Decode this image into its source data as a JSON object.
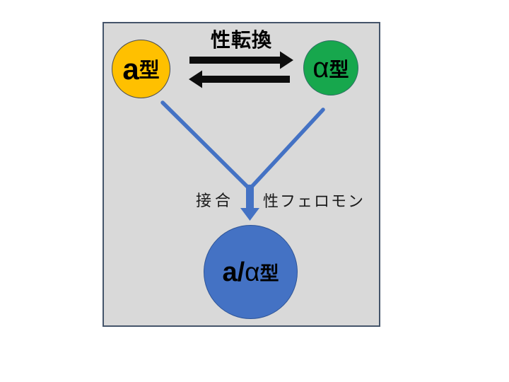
{
  "diagram": {
    "title": "性転換",
    "panel": {
      "background_color": "#d9d9d9",
      "border_color": "#44546a"
    },
    "nodes": {
      "a_type": {
        "label_main": "a",
        "label_suffix": "型",
        "fill_color": "#ffc000"
      },
      "alpha_type": {
        "label_alpha": "α",
        "label_suffix": "型",
        "fill_color": "#17a74d"
      },
      "a_alpha_type": {
        "label_main": "a/",
        "label_alpha": "α",
        "label_suffix": "型",
        "fill_color": "#4472c4"
      }
    },
    "edges": {
      "mating_label": "接合",
      "pheromone_label": "性フェロモン",
      "conversion_arrow_color": "#0d0d0d",
      "mating_line_color": "#4472c4"
    }
  }
}
